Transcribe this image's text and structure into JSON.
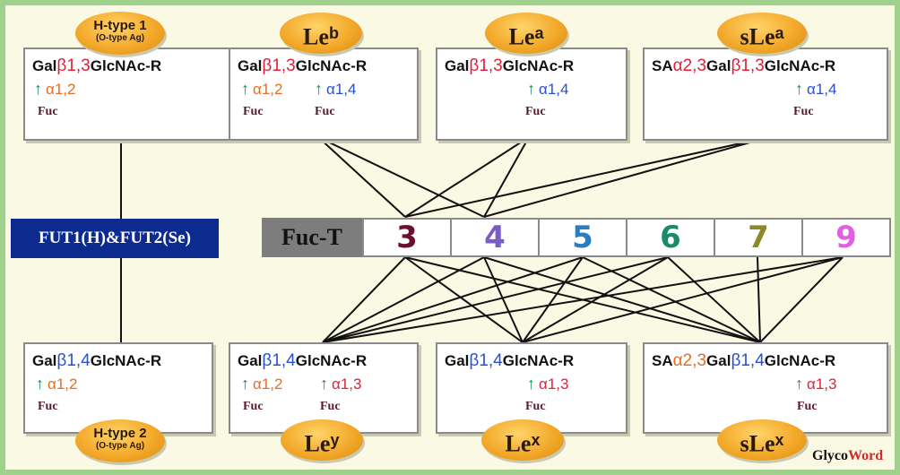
{
  "top": [
    {
      "pre": "Gal",
      "b": "β1,3",
      "post": "GlcNAc-R",
      "links": [
        {
          "t": "α1,2",
          "c": "orange"
        }
      ],
      "label": "H-type 1",
      "sub": "(O-type Ag)"
    },
    {
      "pre": "Gal",
      "b": "β1,3",
      "post": "GlcNAc-R",
      "links": [
        {
          "t": "α1,2",
          "c": "orange"
        },
        {
          "t": "α1,4",
          "c": "blue"
        }
      ],
      "label": "Le",
      "sup": "b"
    },
    {
      "pre": "Gal",
      "b": "β1,3",
      "post": "GlcNAc-R",
      "links": [
        {
          "t": "α1,4",
          "c": "blue"
        }
      ],
      "label": "Le",
      "sup": "a"
    },
    {
      "pre": "SA",
      "a": "α2,3",
      "mid": "Gal",
      "b": "β1,3",
      "post": "GlcNAc-R",
      "links": [
        {
          "t": "α1,4",
          "c": "blue"
        }
      ],
      "label": "sLe",
      "sup": "a"
    }
  ],
  "bottom": [
    {
      "pre": "Gal",
      "b": "β1,4",
      "post": "GlcNAc-R",
      "links": [
        {
          "t": "α1,2",
          "c": "orange"
        }
      ],
      "label": "H-type 2",
      "sub": "(O-type Ag)"
    },
    {
      "pre": "Gal",
      "b": "β1,4",
      "post": "GlcNAc-R",
      "links": [
        {
          "t": "α1,2",
          "c": "orange"
        },
        {
          "t": "α1,3",
          "c": "red"
        }
      ],
      "label": "Le",
      "sup": "y"
    },
    {
      "pre": "Gal",
      "b": "β1,4",
      "post": "GlcNAc-R",
      "links": [
        {
          "t": "α1,3",
          "c": "red"
        }
      ],
      "label": "Le",
      "sup": "x"
    },
    {
      "pre": "SA",
      "a": "α2,3",
      "mid": "Gal",
      "b": "β1,4",
      "post": "GlcNAc-R",
      "links": [
        {
          "t": "α1,3",
          "c": "red"
        }
      ],
      "label": "sLe",
      "sup": "x"
    }
  ],
  "fuc_label": "Fuc",
  "fut_label": "FUT1(H)&FUT2(Se)",
  "fuct_label": "Fuc-T",
  "fuct_numbers": [
    {
      "n": "3",
      "color": "#6b1030"
    },
    {
      "n": "4",
      "color": "#7a5cc4"
    },
    {
      "n": "5",
      "color": "#2a7ec0"
    },
    {
      "n": "6",
      "color": "#1a8a6a"
    },
    {
      "n": "7",
      "color": "#8a8a28"
    },
    {
      "n": "9",
      "color": "#e060e0"
    }
  ],
  "brand": {
    "a": "Glyco",
    "b": "Word"
  }
}
